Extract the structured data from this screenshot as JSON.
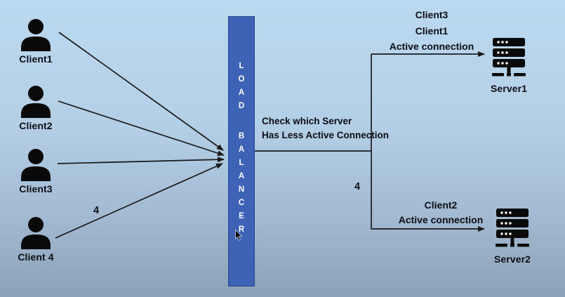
{
  "clients": [
    {
      "label": "Client1"
    },
    {
      "label": "Client2"
    },
    {
      "label": "Client3"
    },
    {
      "label": "Client 4"
    }
  ],
  "load_balancer": {
    "label": "LOAD BALANCER",
    "word1_vertical": "L\nO\nA\nD",
    "word2_vertical": "B\nA\nL\nA\nN\nC\nE\nR"
  },
  "decision_note": {
    "line1": "Check which Server",
    "line2": "Has Less Active Connection"
  },
  "counts": {
    "client4_connections": "4",
    "server2_branch": "4"
  },
  "server1": {
    "label": "Server1",
    "clients": [
      "Client3",
      "Client1"
    ],
    "note": "Active connection"
  },
  "server2": {
    "label": "Server2",
    "clients": [
      "Client2"
    ],
    "note": "Active connection"
  },
  "colors": {
    "load_balancer_fill": "#3e63b6",
    "background_top": "#bad9f0",
    "background_bottom": "#8ba1b8",
    "line": "#1a1a1a"
  }
}
